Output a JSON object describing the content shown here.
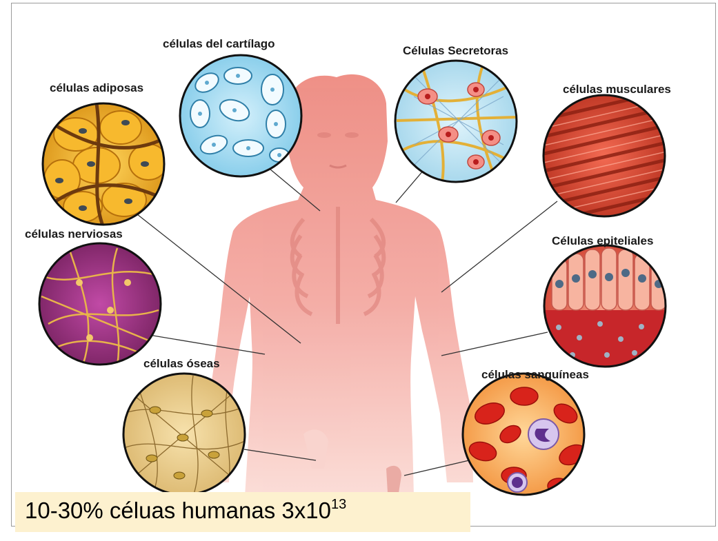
{
  "labels": {
    "cartilage": "células del cartílago",
    "secretory": "Células Secretoras",
    "adipose": "células adiposas",
    "muscle": "células musculares",
    "nerve": "células nerviosas",
    "epithelial": "Células epiteliales",
    "bone": "células óseas",
    "blood": "células sanguíneas"
  },
  "caption": {
    "text": "10-30%  céluas humanas 3x10",
    "exponent": "13"
  }
}
